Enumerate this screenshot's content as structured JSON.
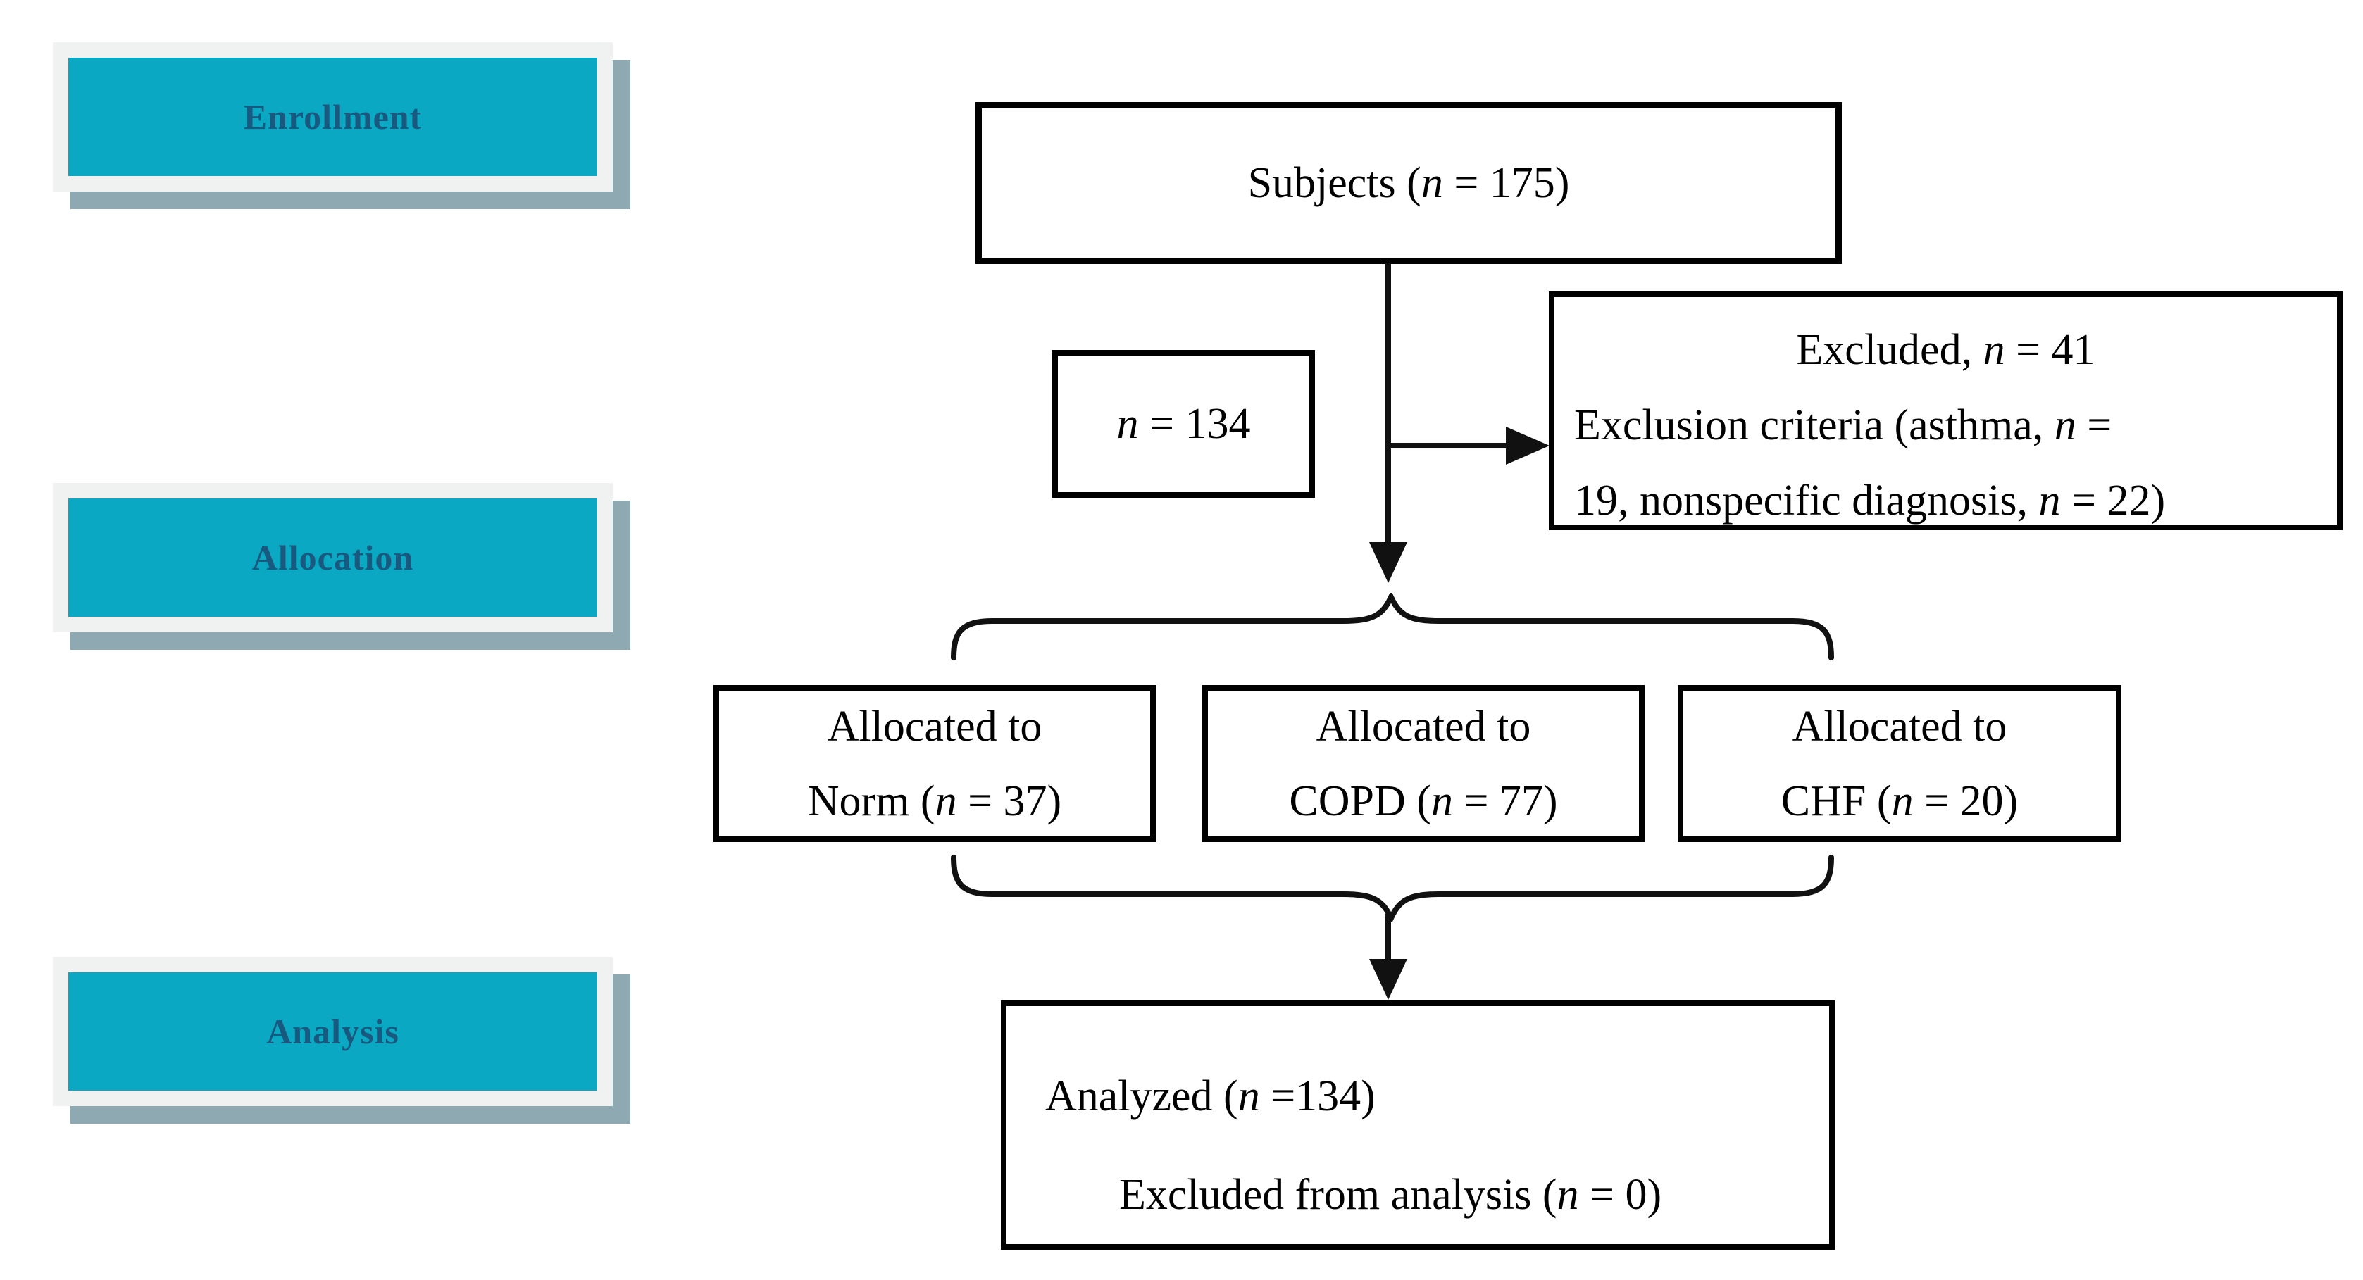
{
  "diagram": {
    "stages": [
      {
        "label": "Enrollment"
      },
      {
        "label": "Allocation"
      },
      {
        "label": "Analysis"
      }
    ],
    "boxes": {
      "subjects": {
        "text": "Subjects (n = 175)"
      },
      "n134": {
        "text": "n = 134"
      },
      "excluded": {
        "lines": [
          "Excluded, n = 41",
          "Exclusion criteria (asthma, n =",
          "19, nonspecific diagnosis, n = 22)"
        ]
      },
      "alloc_norm": {
        "lines": [
          "Allocated to",
          "Norm (n = 37)"
        ]
      },
      "alloc_copd": {
        "lines": [
          "Allocated to",
          "COPD (n = 77)"
        ]
      },
      "alloc_chf": {
        "lines": [
          "Allocated to",
          "CHF (n = 20)"
        ]
      },
      "analyzed": {
        "lines": [
          "Analyzed (n =134)",
          "Excluded from analysis (n = 0)"
        ]
      }
    },
    "colors": {
      "canvas_bg": "#ffffff",
      "stage_fill": "#0aa8c2",
      "stage_text": "#19597f",
      "stage_frame": "#f0f2f1",
      "stage_shadow": "#8fa9b3",
      "box_bg": "#ffffff",
      "box_border": "#000000",
      "line": "#111111"
    }
  }
}
